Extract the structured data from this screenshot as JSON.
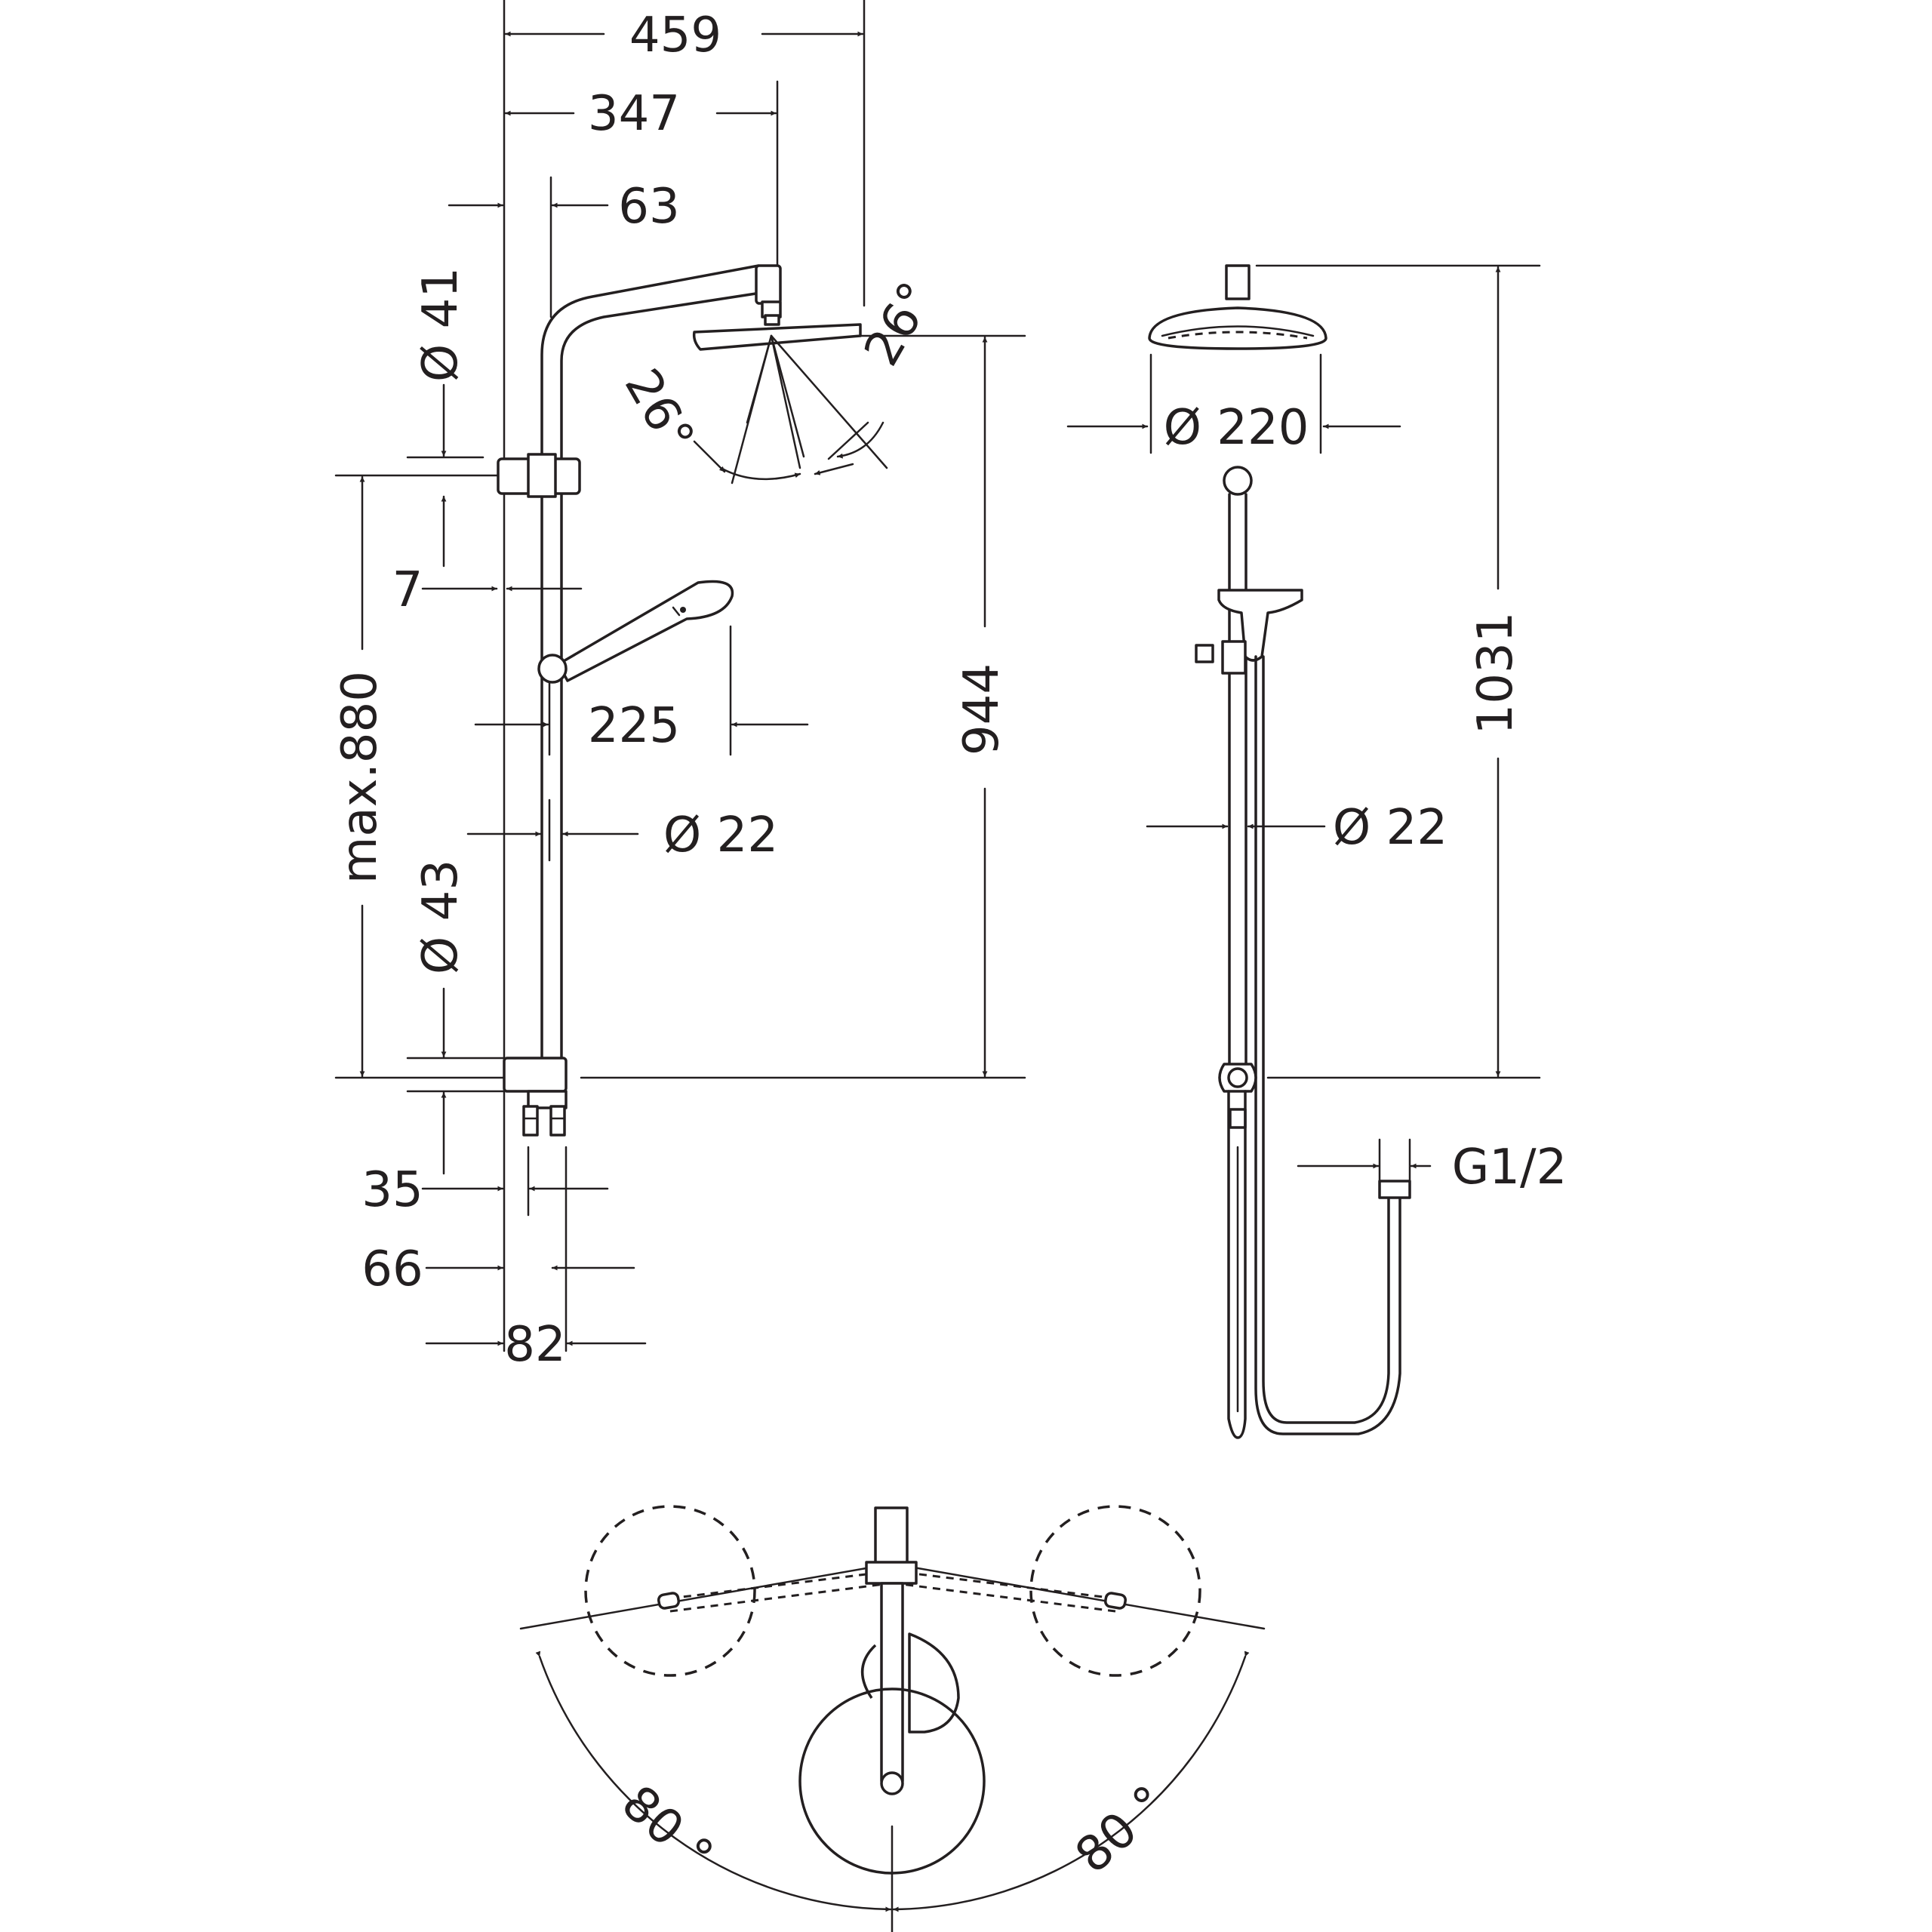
{
  "dimensions": {
    "total_width": "459",
    "arm_length": "347",
    "wall_distance": "63",
    "holder_diameter": "Ø 41",
    "holder_offset": "7",
    "handshower_length": "225",
    "rail_diameter": "Ø 22",
    "rail_max_length": "max.880",
    "mixer_diameter": "Ø 43",
    "head_height": "944",
    "mixer_depth_35": "35",
    "mixer_depth_66": "66",
    "mixer_depth_82": "82",
    "spray_angle_left": "26°",
    "spray_angle_right": "26°",
    "head_diameter": "Ø 220",
    "side_rail_diameter": "Ø 22",
    "total_height": "1031",
    "connection_thread": "G1/2",
    "swivel_angle_left": "80 °",
    "swivel_angle_right": "80 °"
  }
}
